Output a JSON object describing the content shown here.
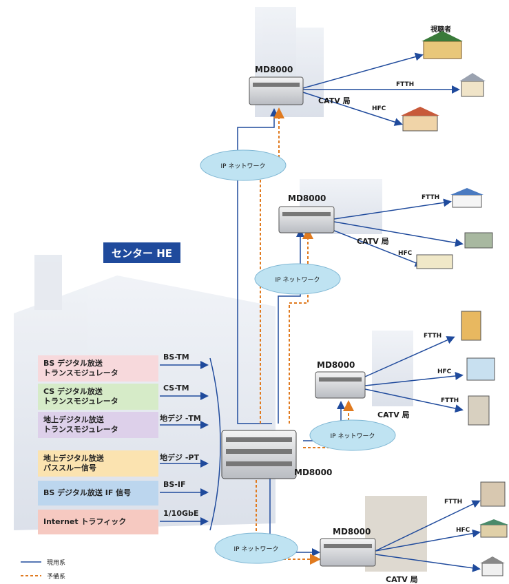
{
  "center_he": {
    "title": "センター HE"
  },
  "sources": [
    {
      "line1": "BS デジタル放送",
      "line2": "トランスモジュレータ",
      "signal": "BS-TM",
      "color": "#f7d9dc"
    },
    {
      "line1": "CS デジタル放送",
      "line2": "トランスモジュレータ",
      "signal": "CS-TM",
      "color": "#d6ebc8"
    },
    {
      "line1": "地上デジタル放送",
      "line2": "トランスモジュレータ",
      "signal": "地デジ -TM",
      "color": "#ddd0ea"
    },
    {
      "line1": "地上デジタル放送",
      "line2": "パススルー信号",
      "signal": "地デジ -PT",
      "color": "#fbe3b0"
    },
    {
      "line1": "BS デジタル放送 IF 信号",
      "line2": "",
      "signal": "BS-IF",
      "color": "#bcd6ee"
    },
    {
      "line1": "Internet トラフィック",
      "line2": "",
      "signal": "1/10GbE",
      "color": "#f6c9c1"
    }
  ],
  "center_device": {
    "label": "MD8000"
  },
  "ip_network_label": "IP ネットワーク",
  "sites": [
    {
      "device": "MD8000",
      "catv": "CATV 局",
      "links": [
        "視聴者",
        "FTTH",
        "HFC"
      ]
    },
    {
      "device": "MD8000",
      "catv": "CATV 局",
      "links": [
        "FTTH",
        "HFC"
      ]
    },
    {
      "device": "MD8000",
      "catv": "CATV 局",
      "links": [
        "FTTH",
        "HFC",
        "FTTH"
      ]
    },
    {
      "device": "MD8000",
      "catv": "CATV 局",
      "links": [
        "FTTH",
        "HFC"
      ]
    }
  ],
  "legend": {
    "active": "現用系",
    "standby": "予備系"
  },
  "colors": {
    "active_line": "#1f4a9c",
    "standby_line": "#e07a1f",
    "cloud": "#bfe3f2",
    "he_title": "#1f4a9c"
  }
}
